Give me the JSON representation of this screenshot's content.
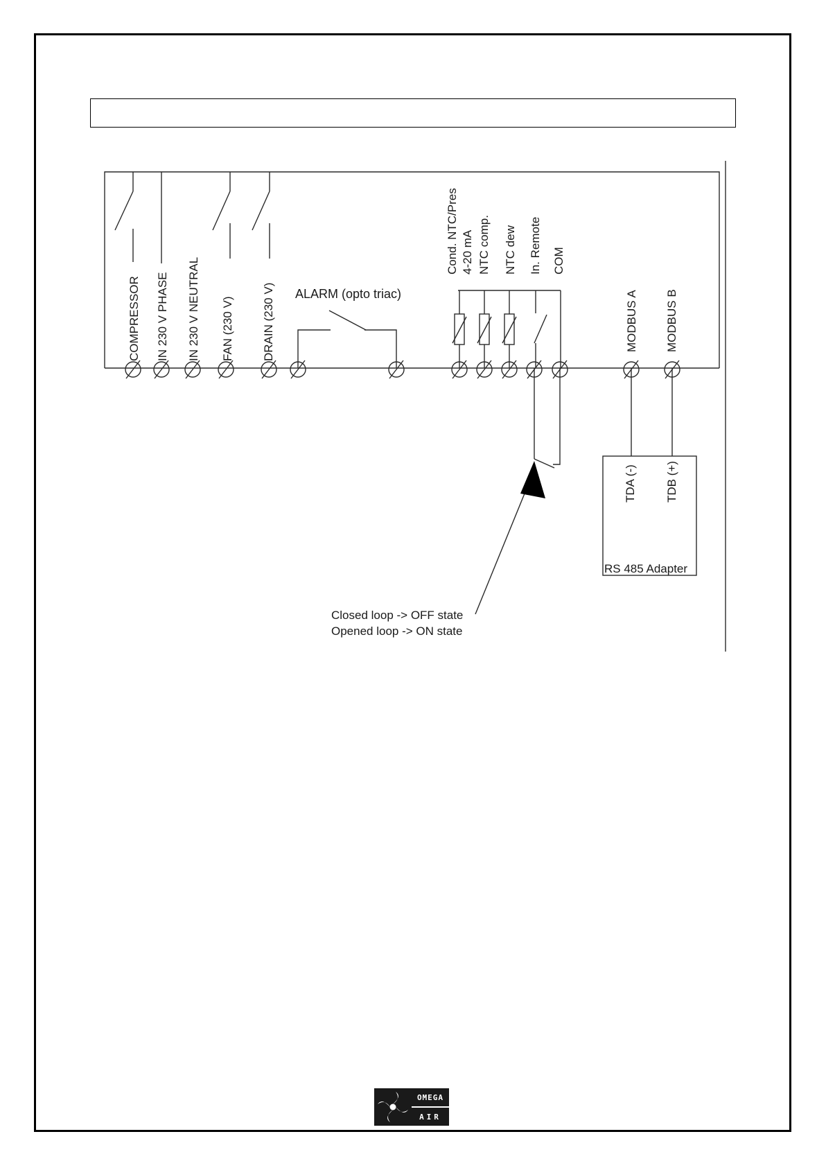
{
  "terminals_left": [
    {
      "id": "compressor",
      "label": "COMPRESSOR"
    },
    {
      "id": "phase",
      "label": "IN 230 V PHASE"
    },
    {
      "id": "neutral",
      "label": "IN 230 V NEUTRAL"
    },
    {
      "id": "fan",
      "label": "FAN (230 V)"
    },
    {
      "id": "drain",
      "label": "DRAIN (230 V)"
    }
  ],
  "alarm_label": "ALARM (opto triac)",
  "terminals_inputs": [
    {
      "id": "cond",
      "line1": "Cond. NTC/Pres",
      "line2": "4-20 mA"
    },
    {
      "id": "ntc-comp",
      "line1": "NTC comp."
    },
    {
      "id": "ntc-dew",
      "line1": "NTC dew"
    },
    {
      "id": "remote",
      "line1": "In. Remote"
    },
    {
      "id": "com",
      "line1": "COM"
    }
  ],
  "terminals_modbus": [
    {
      "id": "modbus-a",
      "label": "MODBUS A"
    },
    {
      "id": "modbus-b",
      "label": "MODBUS B"
    }
  ],
  "adapter": {
    "title": "RS 485 Adapter",
    "pins": [
      {
        "id": "tda",
        "label": "TDA (-)"
      },
      {
        "id": "tdb",
        "label": "TDB (+)"
      }
    ]
  },
  "annotation": {
    "line1": "Closed loop -> OFF state",
    "line2": "Opened loop -> ON state"
  },
  "logo": {
    "top": "OMEGA",
    "bottom": "AIR"
  }
}
